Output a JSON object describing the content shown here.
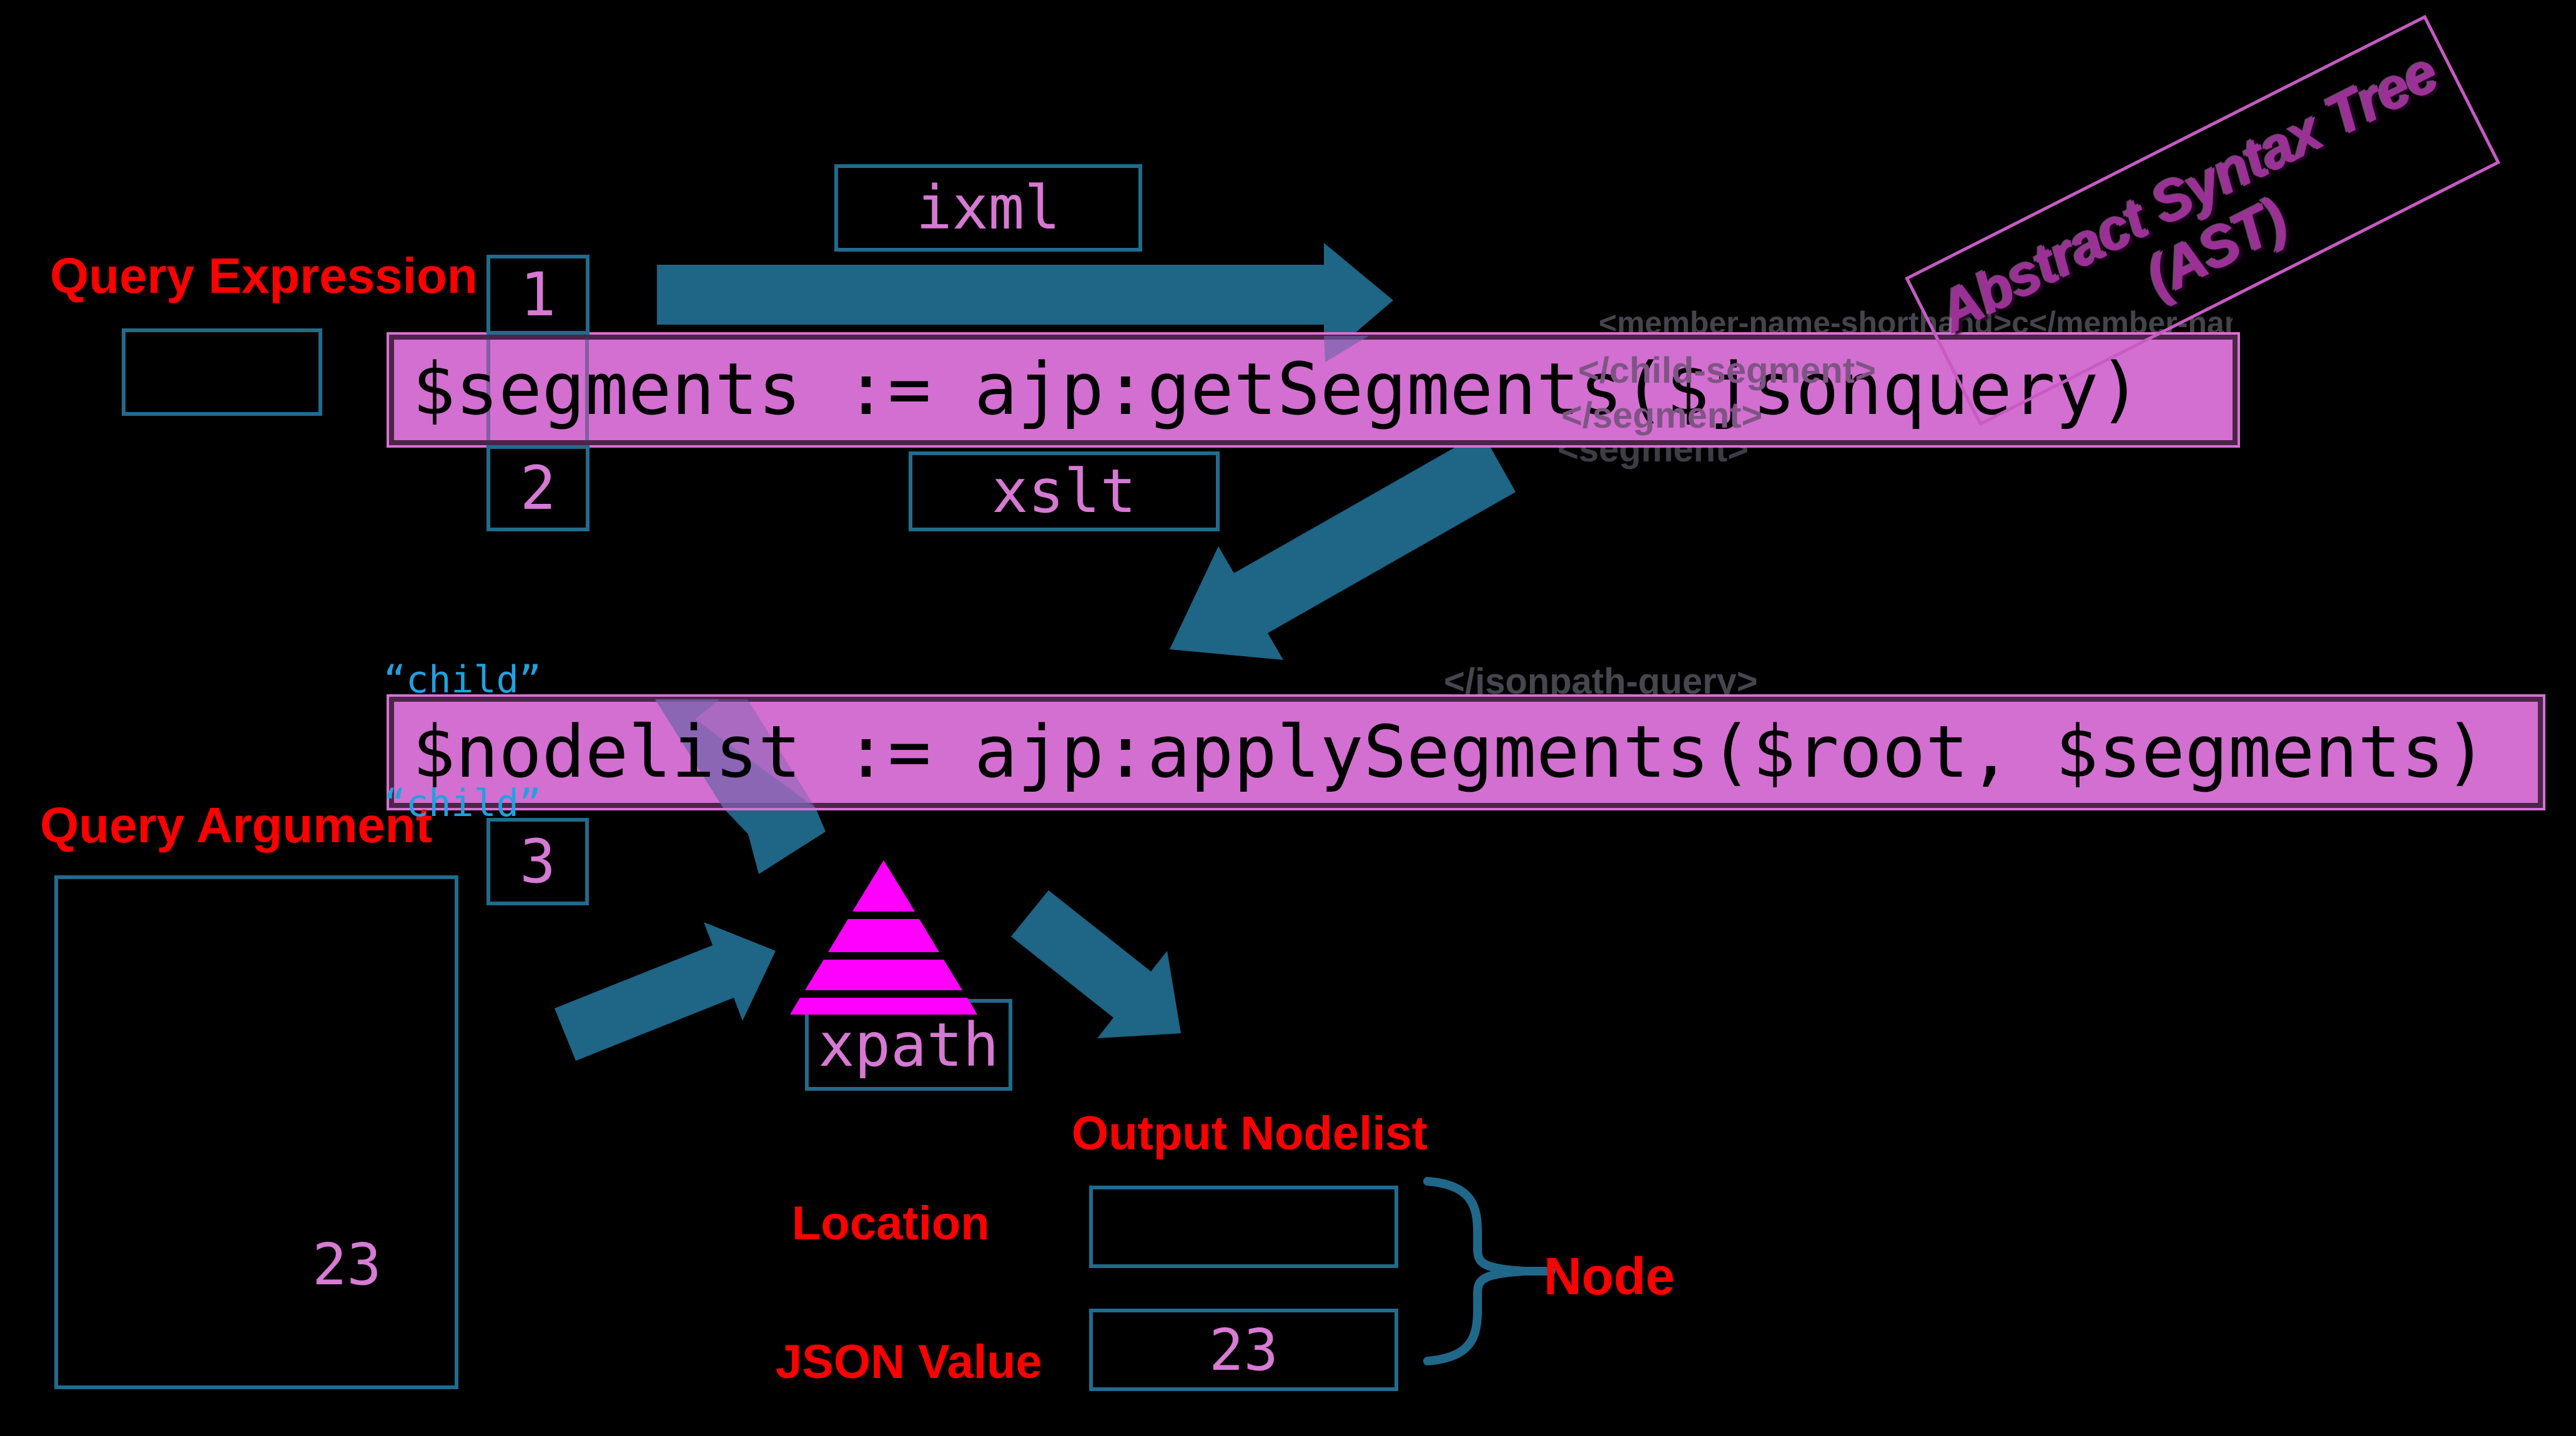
{
  "slide": {
    "banner": {
      "line1": "Abstract Syntax Tree",
      "line2": "(AST)"
    },
    "labels": {
      "query_expression": "Query Expression",
      "query_argument": "Query Argument",
      "output_nodelist": "Output Nodelist",
      "location": "Location",
      "json_value": "JSON Value",
      "node": "Node"
    },
    "stages": {
      "ixml": "ixml",
      "xslt": "xslt",
      "xpath": "xpath"
    },
    "steps": {
      "one": "1",
      "two": "2",
      "three": "3"
    },
    "code": {
      "line1": "$segments := ajp:getSegments($jsonquery)",
      "line2": "$nodelist := ajp:applySegments($root, $segments)"
    },
    "tokens": {
      "child1": "“child”",
      "child2": "“child”"
    },
    "values": {
      "query_argument_value": "23",
      "json_value": "23"
    },
    "ast_fragments": {
      "member": "<member-name-shorthand>c</member-name-shorthand>",
      "child_close": "</child-segment>",
      "segment_close": "</segment>",
      "segment_open": "<segment>",
      "query_close": "</jsonpath-query>"
    },
    "colors": {
      "background": "#000000",
      "teal": "#1e6586",
      "bar_fill": "#d36fd0",
      "bar_border": "#4d2449",
      "pink_text": "#d679d3",
      "red": "#ff0000",
      "cyan": "#1fa2e0",
      "magenta_tree": "#ff00ff",
      "ast_purple": "#9c3097",
      "ast_border": "#c75bc3"
    }
  }
}
